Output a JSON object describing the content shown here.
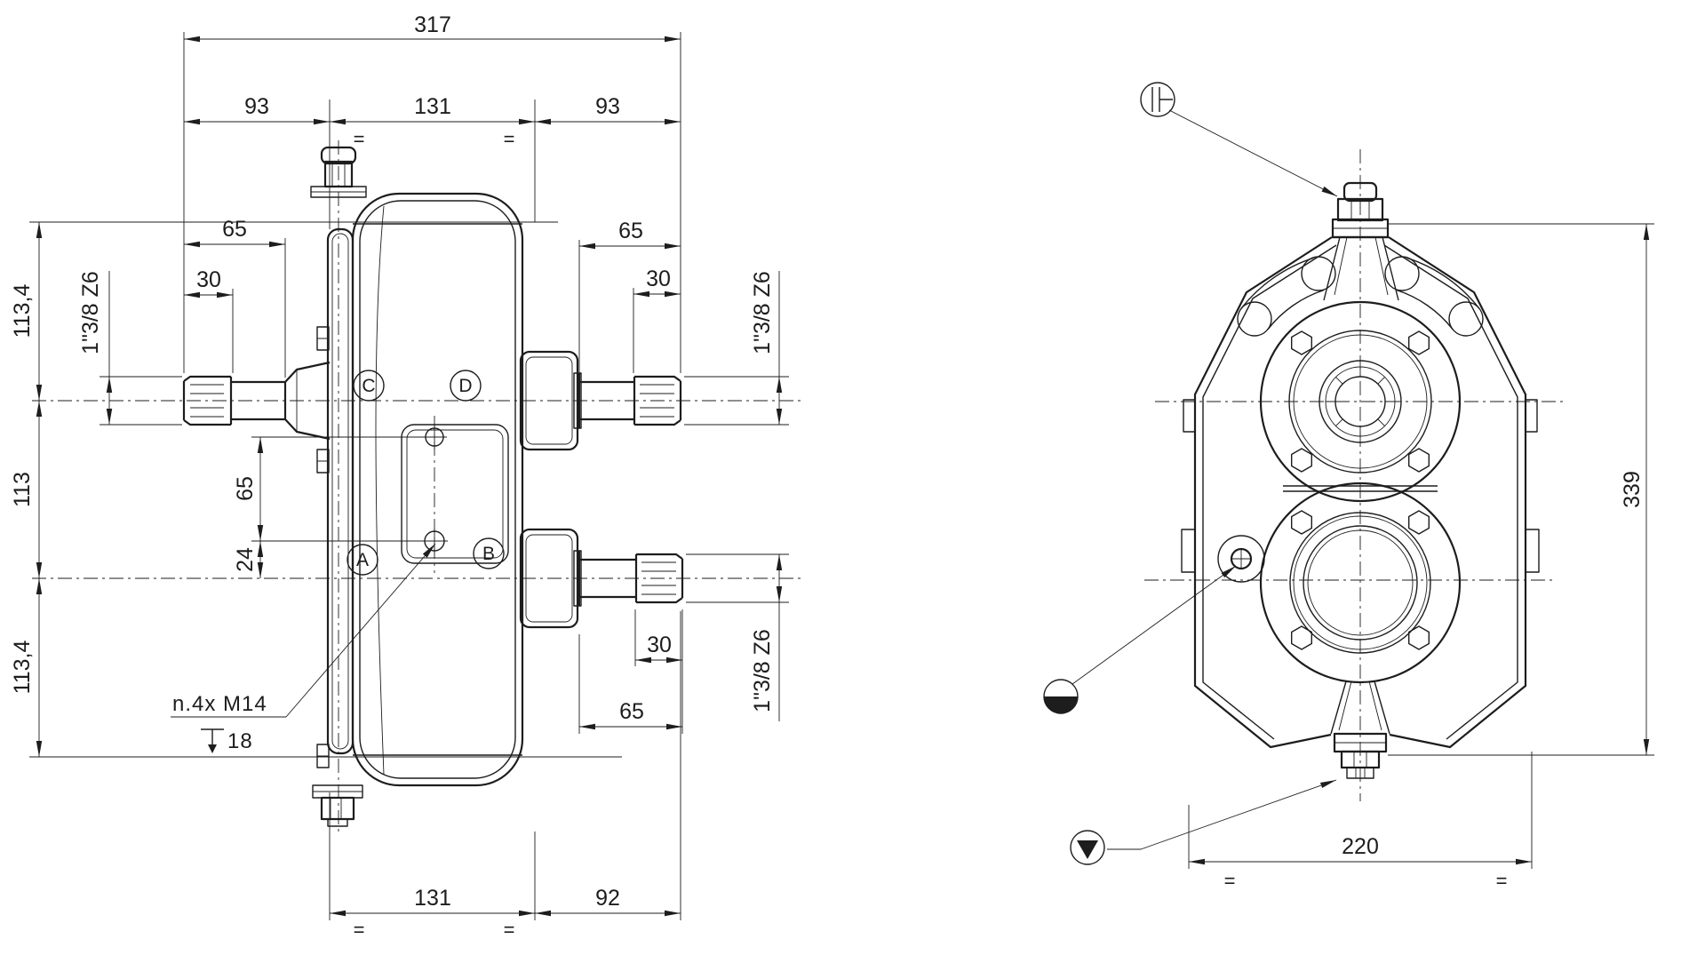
{
  "drawing_type": "technical-drawing",
  "colors": {
    "line": "#1d1d1d",
    "background": "#ffffff"
  },
  "front_view": {
    "dim_overall_width": "317",
    "dim_top_left": "93",
    "dim_top_center": "131",
    "dim_top_right": "93",
    "dim_bottom_center": "131",
    "dim_bottom_right": "92",
    "equal_mark": "=",
    "dim_height_upper": "113,4",
    "dim_height_middle": "113",
    "dim_height_lower": "113,4",
    "dim_shaft_ul_length": "65",
    "dim_shaft_ul_spline": "30",
    "shaft_ul_type": "1\"3/8 Z6",
    "dim_shaft_ur_length": "65",
    "dim_shaft_ur_spline": "30",
    "shaft_ur_type": "1\"3/8 Z6",
    "dim_shaft_lr_spline": "30",
    "dim_shaft_lr_length": "65",
    "shaft_lr_type": "1\"3/8 Z6",
    "dim_hole_spacing": "65",
    "dim_hole_offset": "24",
    "port_a": "A",
    "port_b": "B",
    "port_c": "C",
    "port_d": "D",
    "note_thread": "n.4x M14",
    "note_depth": "18"
  },
  "side_view": {
    "dim_height": "339",
    "dim_width": "220",
    "equal_mark": "=",
    "symbols": {
      "top": "breather-plug",
      "left": "oil-level",
      "bottom": "oil-drain"
    }
  }
}
